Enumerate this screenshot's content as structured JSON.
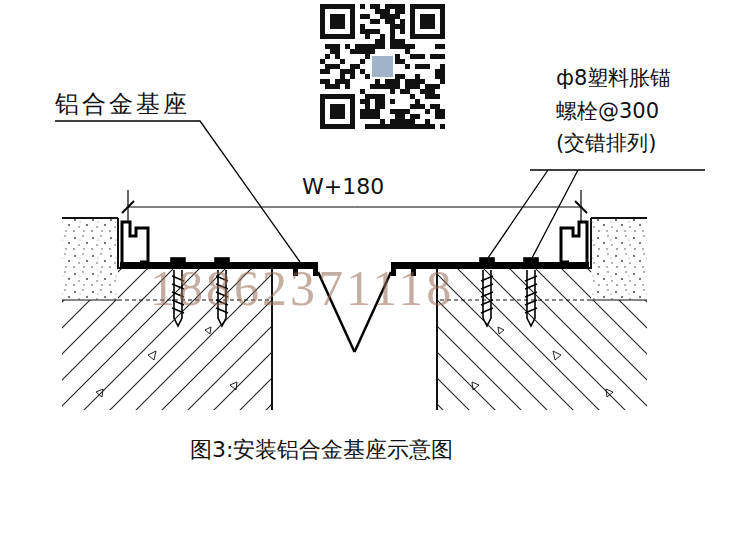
{
  "diagram": {
    "caption": "图3:安装铝合金基座示意图",
    "labels": [
      "铝合金基座",
      "ф8塑料胀锚 螺栓@300 (交错排列)",
      "W+180",
      "18862371118"
    ]
  }
}
